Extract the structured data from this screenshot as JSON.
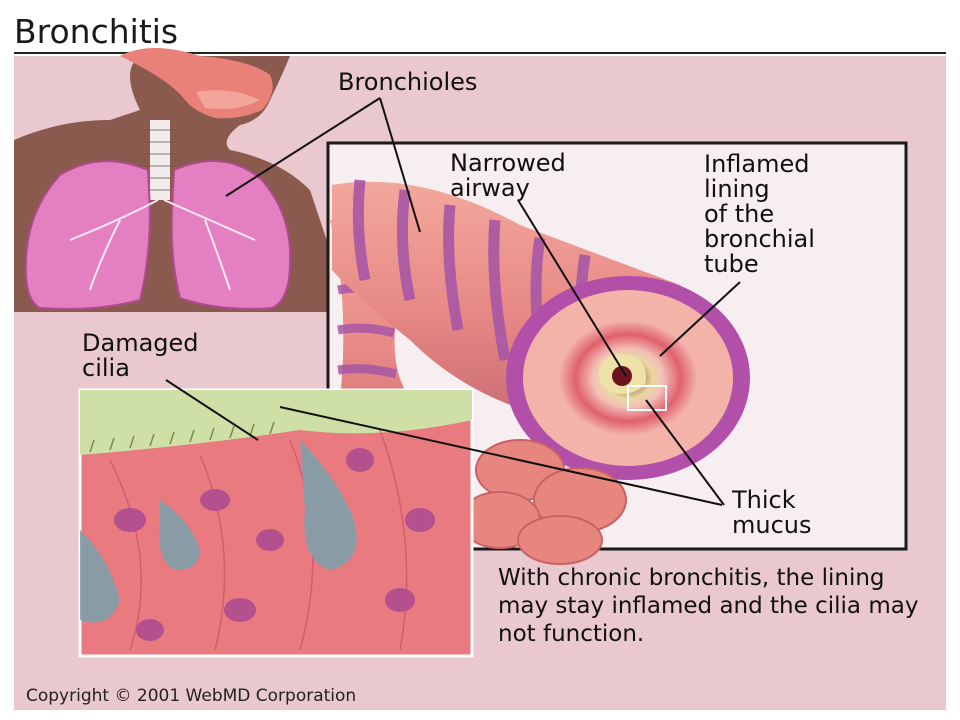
{
  "title": "Bronchitis",
  "labels": {
    "bronchioles": "Bronchioles",
    "narrowed_airway": "Narrowed\nairway",
    "inflamed_lining": "Inflamed\nlining\nof the\nbronchial\ntube",
    "damaged_cilia": "Damaged\ncilia",
    "thick_mucus": "Thick\nmucus"
  },
  "caption": "With chronic bronchitis, the lining may stay inflamed and the cilia may not function.",
  "copyright": "Copyright © 2001 WebMD Corporation"
}
